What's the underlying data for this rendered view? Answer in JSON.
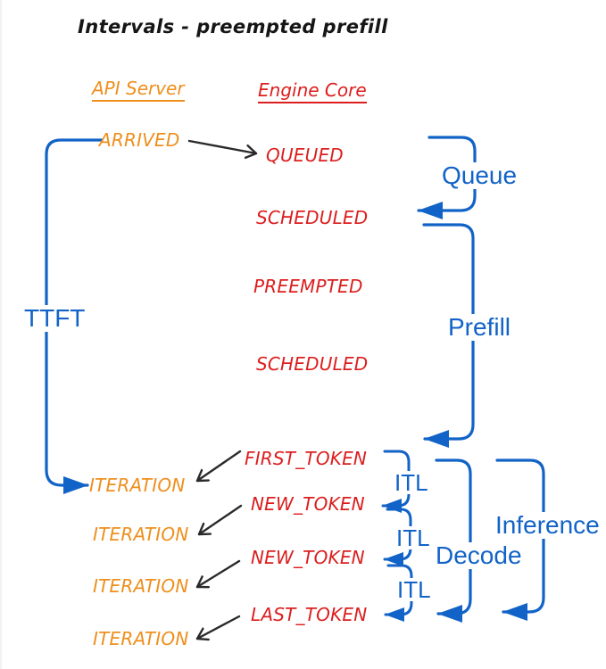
{
  "title": "Intervals - preempted prefill",
  "columns": {
    "api": "API Server",
    "engine": "Engine Core"
  },
  "api_events": {
    "arrived": "ARRIVED",
    "iter1": "ITERATION",
    "iter2": "ITERATION",
    "iter3": "ITERATION",
    "iter4": "ITERATION"
  },
  "engine_events": {
    "queued": "QUEUED",
    "scheduled1": "SCHEDULED",
    "preempted": "PREEMPTED",
    "scheduled2": "SCHEDULED",
    "first_token": "FIRST_TOKEN",
    "new_token1": "NEW_TOKEN",
    "new_token2": "NEW_TOKEN",
    "last_token": "LAST_TOKEN"
  },
  "intervals": {
    "ttft": "TTFT",
    "queue": "Queue",
    "prefill": "Prefill",
    "itl1": "ITL",
    "itl2": "ITL",
    "itl3": "ITL",
    "decode": "Decode",
    "inference": "Inference"
  },
  "colors": {
    "api_server": "#EE8F1D",
    "engine_core": "#DC1E1E",
    "interval_blue": "#1263C7",
    "arrow_black": "#2A2A2A",
    "background": "#FFFFFF"
  }
}
